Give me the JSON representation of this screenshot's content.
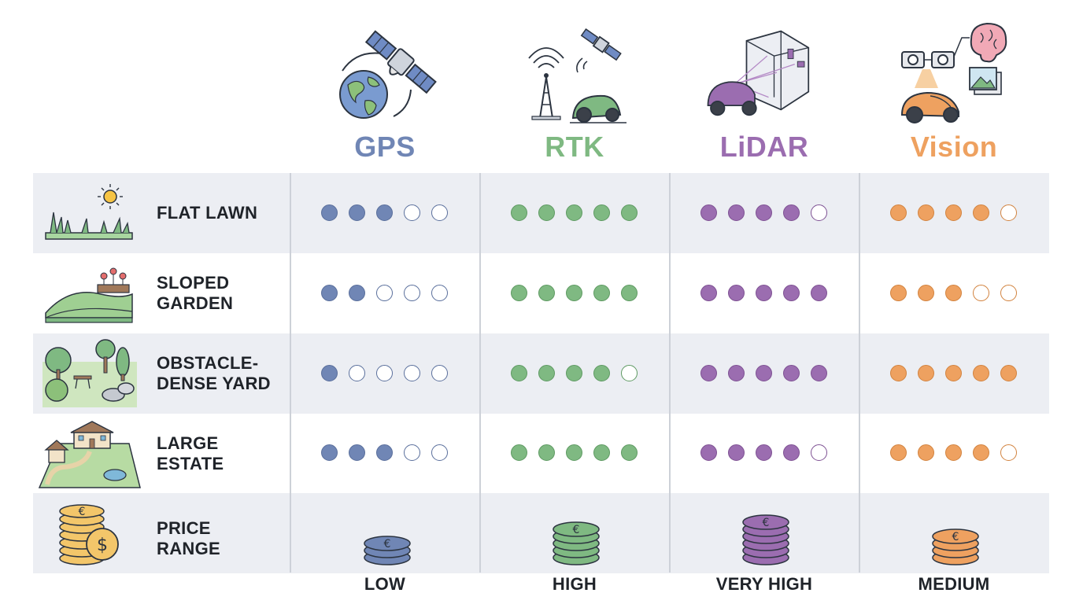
{
  "technologies": [
    {
      "key": "gps",
      "name": "GPS",
      "color": "#7086b5",
      "stroke": "#5a6f9c",
      "price": "LOW",
      "icon": "satellite-globe-icon"
    },
    {
      "key": "rtk",
      "name": "RTK",
      "color": "#7fb982",
      "stroke": "#5e9a62",
      "price": "HIGH",
      "icon": "tower-satellite-mower-icon"
    },
    {
      "key": "lidar",
      "name": "LiDAR",
      "color": "#9b6db0",
      "stroke": "#7e5193",
      "price": "VERY HIGH",
      "icon": "lidar-mower-cube-icon"
    },
    {
      "key": "vision",
      "name": "Vision",
      "color": "#eea160",
      "stroke": "#d2833f",
      "price": "MEDIUM",
      "icon": "camera-brain-mower-icon"
    }
  ],
  "rows": [
    {
      "label": "FLAT LAWN",
      "icon": "flat-lawn-icon",
      "ratings": [
        3,
        5,
        4,
        4
      ]
    },
    {
      "label": "SLOPED\nGARDEN",
      "icon": "sloped-garden-icon",
      "ratings": [
        2,
        5,
        5,
        3
      ]
    },
    {
      "label": "OBSTACLE-\nDENSE YARD",
      "icon": "obstacle-yard-icon",
      "ratings": [
        1,
        4,
        5,
        5
      ]
    },
    {
      "label": "LARGE\nESTATE",
      "icon": "large-estate-icon",
      "ratings": [
        3,
        5,
        4,
        4
      ]
    }
  ],
  "price_row": {
    "label": "PRICE\nRANGE",
    "icon": "coins-icon",
    "coin_stack_heights": [
      3,
      5,
      6,
      4
    ]
  },
  "rating_scale_max": 5,
  "colors": {
    "row_shade": "#eceef3",
    "divider": "#cdd1d8",
    "text": "#1f2329"
  }
}
